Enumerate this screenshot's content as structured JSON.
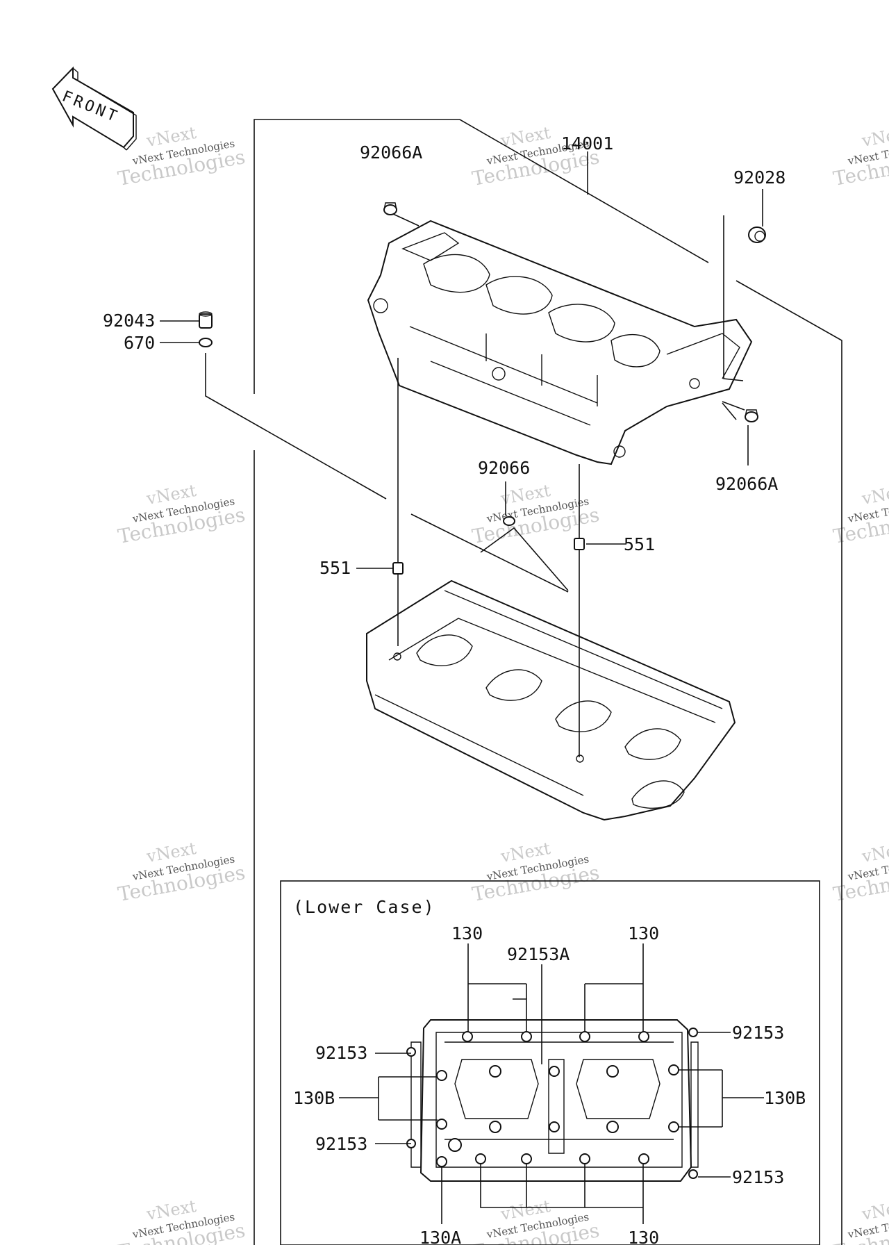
{
  "front_label": "FRONT",
  "lower_case_title": "(Lower Case)",
  "watermark": {
    "line1": "vNext",
    "line2": "vNext Technologies",
    "line3": "Technologies"
  },
  "callouts": {
    "p14001": "14001",
    "p92066A_top": "92066A",
    "p92028": "92028",
    "p92043": "92043",
    "p670": "670",
    "p92066A_right": "92066A",
    "p92066": "92066",
    "p551_right": "551",
    "p551_left": "551",
    "p130_top_left": "130",
    "p130_top_right": "130",
    "p92153A": "92153A",
    "p92153_right_top": "92153",
    "p92153_left_top": "92153",
    "p130B_left": "130B",
    "p130B_right": "130B",
    "p92153_left_bottom": "92153",
    "p92153_right_bottom": "92153",
    "p130A": "130A",
    "p130_bottom": "130"
  }
}
